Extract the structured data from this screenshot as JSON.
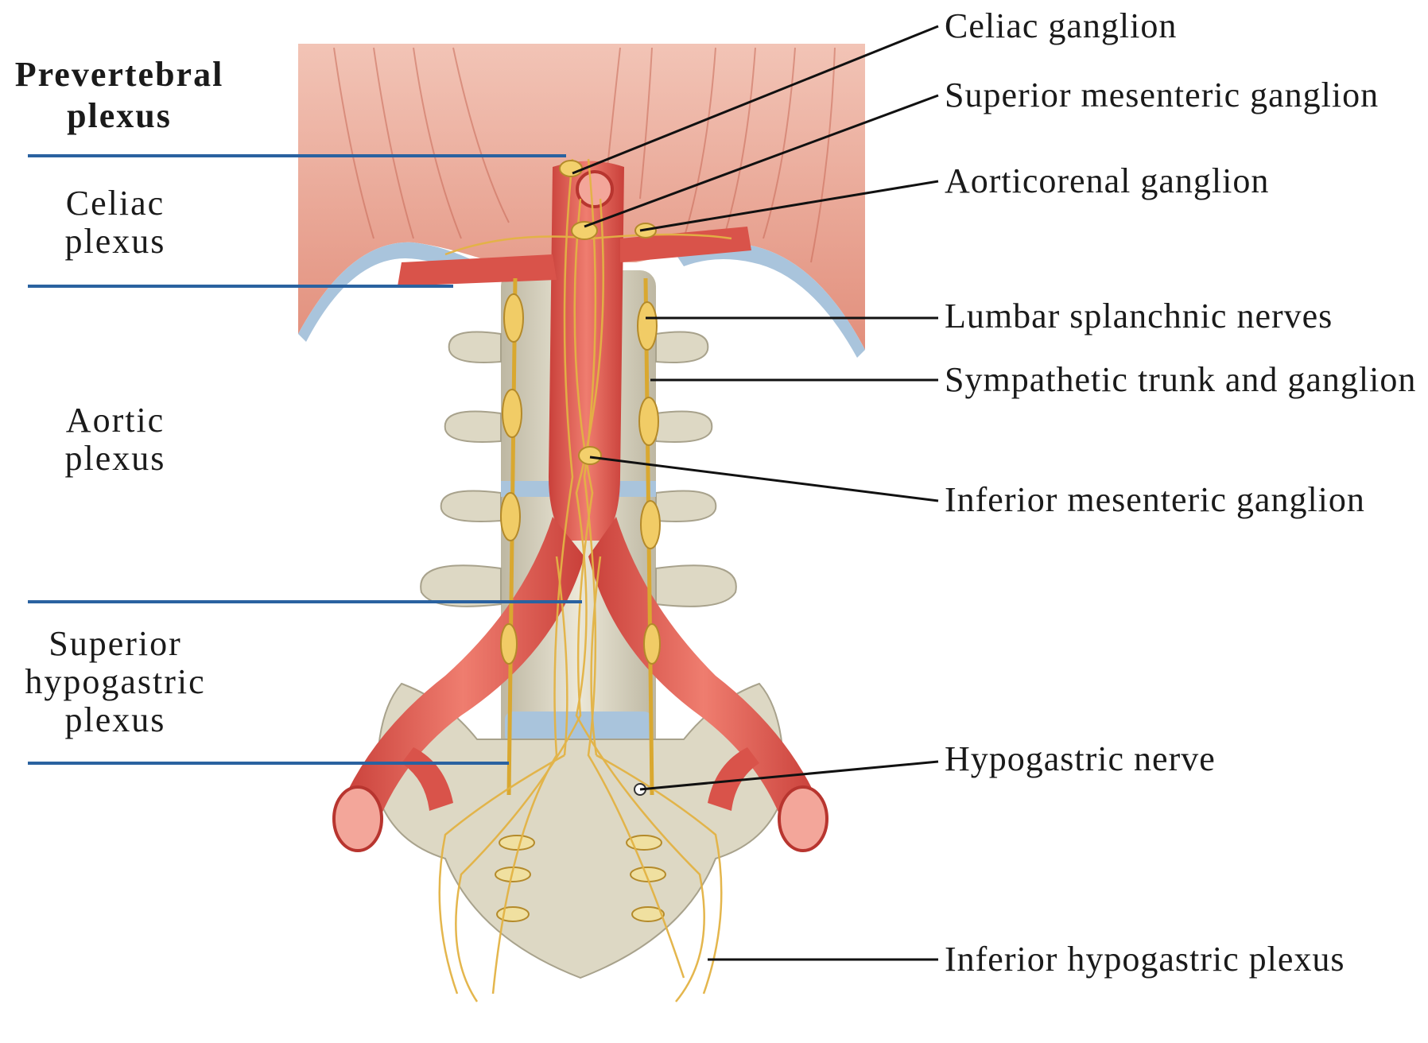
{
  "left_labels": {
    "title": "Prevertebral plexus",
    "celiac": "Celiac plexus",
    "aortic": "Aortic plexus",
    "superior_hypogastric": "Superior hypogastric plexus"
  },
  "right_labels": {
    "celiac_ganglion": "Celiac ganglion",
    "superior_mesenteric_ganglion": "Superior mesenteric ganglion",
    "aorticorenal_ganglion": "Aorticorenal ganglion",
    "lumbar_splanchnic_nerves": "Lumbar splanchnic nerves",
    "sympathetic_trunk": "Sympathetic trunk and ganglion",
    "inferior_mesenteric_ganglion": "Inferior mesenteric ganglion",
    "hypogastric_nerve": "Hypogastric nerve",
    "inferior_hypogastric_plexus": "Inferior hypogastric plexus"
  },
  "colors": {
    "diaphragm": "#e89a88",
    "aorta": "#d9534a",
    "bone": "#ddd8c4",
    "nerve": "#e8b94a",
    "bracket_line": "#2a62a0",
    "leader_line": "#111111"
  }
}
